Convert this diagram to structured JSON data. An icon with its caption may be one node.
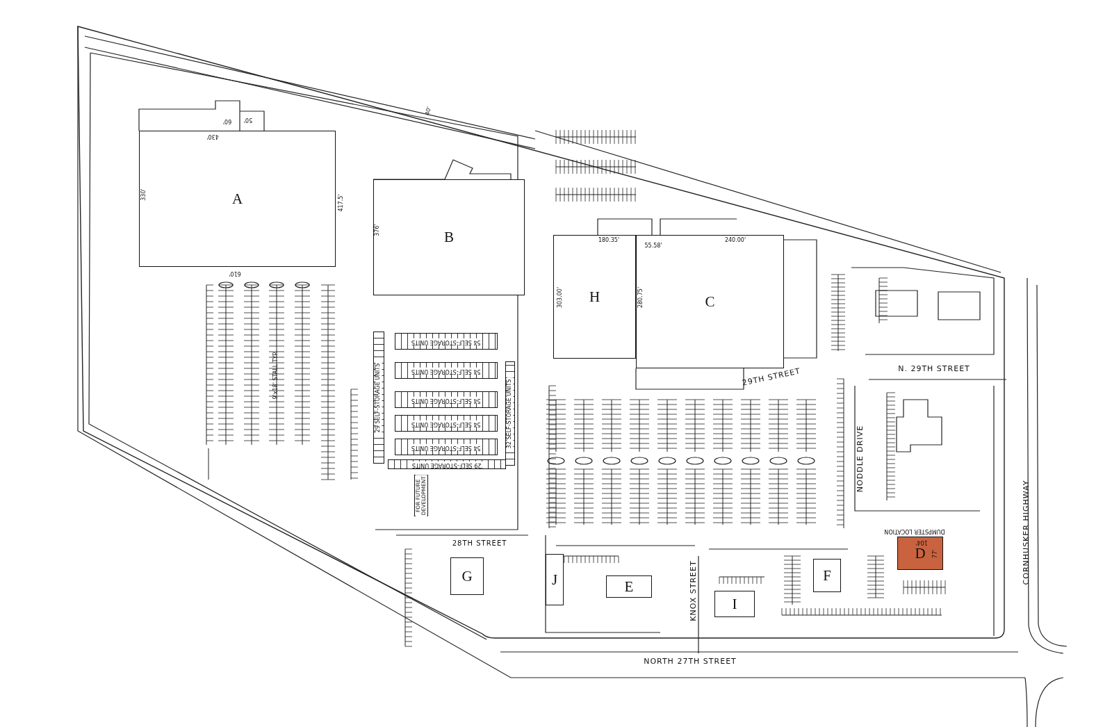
{
  "diagram": {
    "nodes": [
      {
        "text": [
          "A"
        ]
      },
      {
        "text": [
          "B"
        ]
      },
      {
        "text": [
          "H"
        ]
      },
      {
        "text": [
          "C"
        ]
      },
      {
        "text": [
          "54 SELF-STORAGE UNITS"
        ]
      },
      {
        "text": [
          "54 SELF-STORAGE UNITS"
        ]
      },
      {
        "text": [
          "54 SELF-STORAGE UNITS"
        ]
      },
      {
        "text": [
          "54 SELF-STORAGE UNITS"
        ]
      },
      {
        "text": [
          "54 SELF-STORAGE UNITS"
        ]
      },
      {
        "text": [
          "29 SELF-STORAGE UNITS"
        ]
      },
      {
        "text": [
          "29 SELF-STORAGE UNITS"
        ]
      },
      {
        "text": [
          "32 SELF-STORAGE UNITS"
        ]
      },
      {
        "text": [
          "FOR FUTURE DEVELOPMENT"
        ]
      },
      {
        "text": [
          "G"
        ]
      },
      {
        "text": [
          "J"
        ]
      },
      {
        "text": [
          "E"
        ]
      },
      {
        "text": [
          "I"
        ]
      },
      {
        "text": [
          "F"
        ]
      },
      {
        "text": [
          "D"
        ]
      }
    ],
    "labels": [
      "9'x18' STALL TYP.",
      "40'",
      "330'",
      "417.5'",
      "610'",
      "430'",
      "60'",
      "50'",
      "376'",
      "180.35'",
      "55.58'",
      "240.00'",
      "303.00'",
      "280.75'",
      "28TH STREET",
      "29TH STREET",
      "N. 29TH STREET",
      "NODDLE DRIVE",
      "KNOX STREET",
      "NORTH 27TH STREET",
      "CORNHUSKER HIGHWAY",
      "DUMPSTER LOCATION",
      "104'",
      "77'"
    ]
  }
}
